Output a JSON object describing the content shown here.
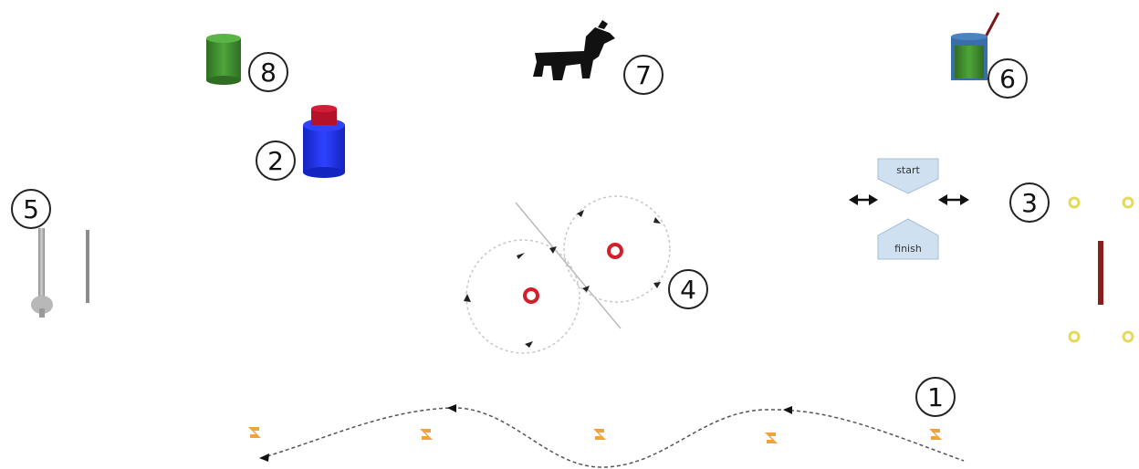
{
  "markers": [
    "1",
    "2",
    "3",
    "4",
    "5",
    "6",
    "7",
    "8"
  ],
  "pan_button": {
    "top": "start",
    "bottom": "finish"
  },
  "colors": {
    "cylinder_green": "#3f8a2e",
    "cylinder_blue": "#1f2fe6",
    "cap_red": "#b3122a",
    "wave_marker": "#f0a23c",
    "dot_yellow": "#e3d95a",
    "pole_red": "#8a1d1d",
    "arrow_box": "#cfe0f0",
    "ring_center": "#d41e2a"
  }
}
